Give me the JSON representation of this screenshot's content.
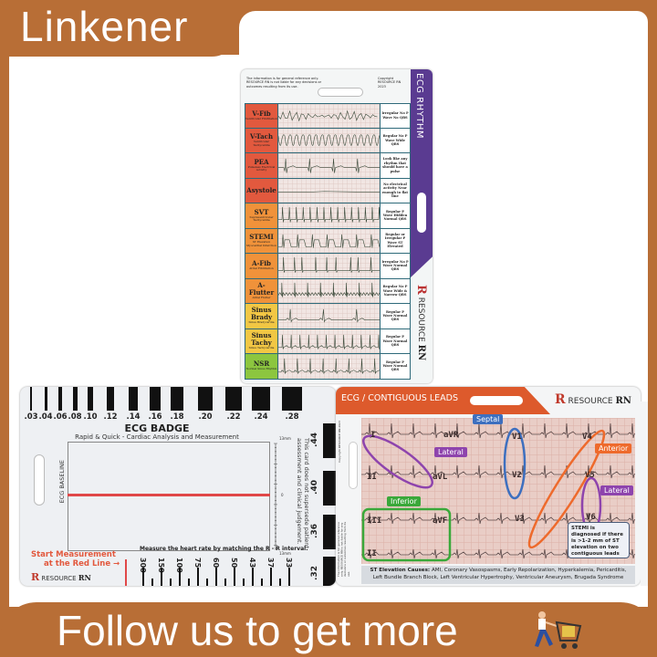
{
  "banner": {
    "brand": "Linkener",
    "footer_text": "Follow  us to get more",
    "cart_icon": "shopping-cart-person-icon",
    "color": "#b86e36"
  },
  "rhythm_card": {
    "side_title": "ECG RHYTHM",
    "side_color": "#5a3b91",
    "disclaimer": "The information is for general reference only. RESOURCE RN is not liable for any decisions or outcomes resulting from its use.",
    "copyright": "Copyright RESOURCE RN 2023",
    "brand_prefix": "R",
    "brand_name": "RESOURCE",
    "brand_suffix": "RN",
    "rows": [
      {
        "name": "V-Fib",
        "sub": "Ventricular Fibrillation",
        "desc": "Irregular No P Wave No QRS",
        "color": "#e2593e",
        "pattern": "vfib"
      },
      {
        "name": "V-Tach",
        "sub": "Ventricular Tachycardia",
        "desc": "Regular No P Wave Wide QRS",
        "color": "#e2593e",
        "pattern": "vtach"
      },
      {
        "name": "PEA",
        "sub": "Pulseless Electrical Activity",
        "desc": "Look like any rhythm that should have a pulse",
        "color": "#e2593e",
        "pattern": "pea"
      },
      {
        "name": "Asystole",
        "sub": "",
        "desc": "No electrical activity Near enough to flat line",
        "color": "#e2593e",
        "pattern": "flat"
      },
      {
        "name": "SVT",
        "sub": "Supraventricular Tachycardia",
        "desc": "Regular P Wave Hidden Normal QRS",
        "color": "#f0923a",
        "pattern": "svt"
      },
      {
        "name": "STEMI",
        "sub": "ST Elevation Myocardial Infarction",
        "desc": "Regular or Irregular P Wave ST Elevated",
        "color": "#f0923a",
        "pattern": "stemi"
      },
      {
        "name": "A-Fib",
        "sub": "Atrial Fibrillation",
        "desc": "Irregular No P Wave Normal QRS",
        "color": "#f0923a",
        "pattern": "afib"
      },
      {
        "name": "A-Flutter",
        "sub": "Atrial Flutter",
        "desc": "Regular No P Wave Wide & Narrow QRS",
        "color": "#f0923a",
        "pattern": "aflutter"
      },
      {
        "name": "Sinus Brady",
        "sub": "Sinus Bradycardia",
        "desc": "Regular P Wave Normal QRS",
        "color": "#f2c744",
        "pattern": "brady"
      },
      {
        "name": "Sinus Tachy",
        "sub": "Sinus Tachycardia",
        "desc": "Regular P Wave Normal QRS",
        "color": "#f2c744",
        "pattern": "tachy"
      },
      {
        "name": "NSR",
        "sub": "Normal Sinus Rhythm",
        "desc": "Regular P Wave Normal QRS",
        "color": "#8cc63f",
        "pattern": "nsr"
      }
    ]
  },
  "badge_card": {
    "title": "ECG BADGE",
    "subtitle": "Rapid & Quick - Cardiac Analysis and Measurement",
    "baseline_label": "ECG BASELINE",
    "interval_ticks": [
      ".03",
      ".04",
      ".06",
      ".08",
      ".10",
      ".12",
      ".14",
      ".16",
      ".18",
      ".20",
      ".22",
      ".24",
      ".28"
    ],
    "right_ticks": [
      ".44",
      ".40",
      ".36",
      ".32"
    ],
    "scale_top": "13mm",
    "scale_mid": "0",
    "scale_bottom": "13mm",
    "note": "This card does not supersede patient assessment and clinical judgement.",
    "start_line1": "Start Measurement",
    "start_line2": "at the Red Line →",
    "measure_text": "Measure the heart rate by matching the R - R interval.",
    "heart_rates": [
      "300",
      "150",
      "100",
      "75",
      "60",
      "50",
      "43",
      "37",
      "33"
    ],
    "brand_prefix": "R",
    "brand_name": "RESOURCE",
    "brand_suffix": "RN"
  },
  "leads_card": {
    "header": "ECG / CONTIGUOUS LEADS",
    "header_color": "#dd5a2c",
    "brand_prefix": "R",
    "brand_name": "RESOURCE",
    "brand_suffix": "RN",
    "copyright": "Copyright RESOURCE RN 2023",
    "disclaimer": "The information is for general reference only. RESOURCE RN is not liable for any decisions or outcomes resulting from its use.",
    "leads": [
      "I",
      "aVR",
      "V1",
      "V4",
      "II",
      "aVL",
      "V2",
      "V5",
      "III",
      "aVF",
      "V3",
      "V6",
      "II"
    ],
    "tags": [
      {
        "label": "Septal",
        "color": "#3d6fbf"
      },
      {
        "label": "Lateral",
        "color": "#8e44ad"
      },
      {
        "label": "Anterior",
        "color": "#ee6a2c"
      },
      {
        "label": "Lateral",
        "color": "#8e44ad"
      },
      {
        "label": "Inferior",
        "color": "#3aa83a"
      }
    ],
    "stemi_note": "STEMI is diagnosed if there is >1-2 mm of ST elevation on two contiguous leads",
    "causes_label": "ST Elevation Causes:",
    "causes_text": "AMI, Coronary Vasospasms, Early Repolarization, Hyperkalemia, Pericarditis, Left Bundle Branch Block, Left Ventricular Hypertrophy, Ventricular Aneurysm, Brugada Syndrome"
  }
}
